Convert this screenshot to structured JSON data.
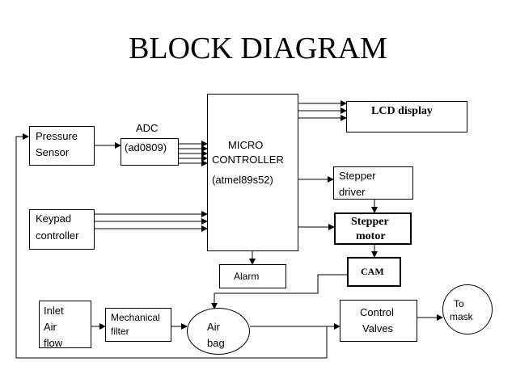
{
  "title": "BLOCK DIAGRAM",
  "blocks": {
    "pressure_sensor": {
      "line1": "Pressure",
      "line2": "Sensor"
    },
    "adc": {
      "line1": "ADC",
      "line2": "(ad0809)"
    },
    "micro": {
      "line1": "MICRO",
      "line2": "CONTROLLER",
      "line3": "(atmel89s52)"
    },
    "lcd": {
      "label": "LCD display"
    },
    "stepper_driver": {
      "line1": "Stepper",
      "line2": "driver"
    },
    "stepper_motor": {
      "line1": "Stepper",
      "line2": "motor"
    },
    "keypad": {
      "line1": "Keypad",
      "line2": "controller"
    },
    "alarm": {
      "label": "Alarm"
    },
    "cam": {
      "label": "CAM"
    },
    "inlet": {
      "line1": "Inlet",
      "line2": "Air",
      "line3": "flow"
    },
    "mech_filter": {
      "line1": "Mechanical",
      "line2": "filter"
    },
    "air_bag": {
      "line1": "Air",
      "line2": "bag"
    },
    "control_valves": {
      "line1": "Control",
      "line2": "Valves"
    },
    "to_mask": {
      "line1": "To",
      "line2": "mask"
    }
  },
  "colors": {
    "line": "#000000",
    "background": "#ffffff"
  }
}
